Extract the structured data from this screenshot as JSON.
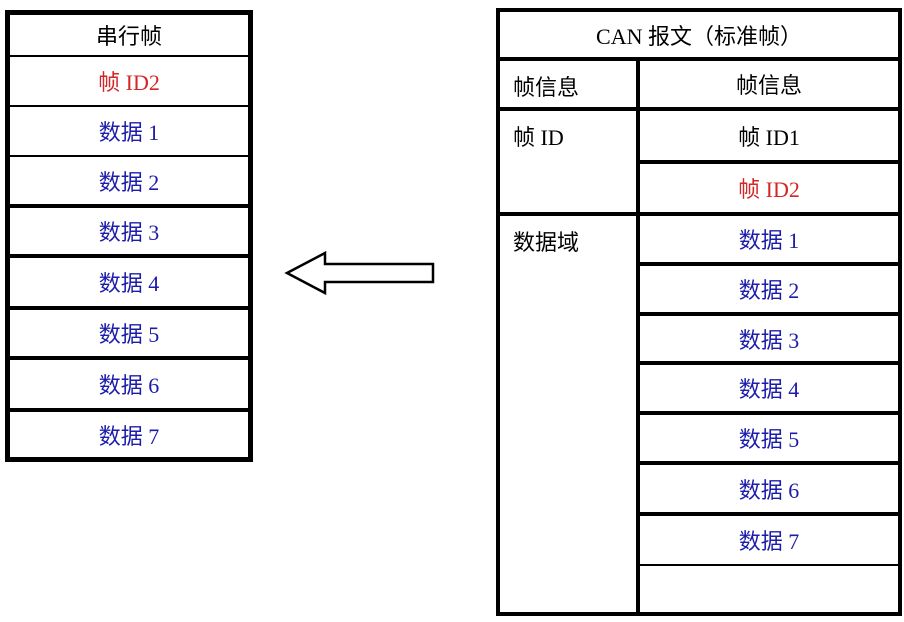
{
  "colors": {
    "black": "#000000",
    "red": "#d42626",
    "blue": "#1c1caa",
    "border": "#000000",
    "background": "#ffffff"
  },
  "left_table": {
    "title": "串行帧",
    "rows": [
      {
        "label": "帧 ID2",
        "color": "red"
      },
      {
        "label": "数据 1",
        "color": "blue"
      },
      {
        "label": "数据 2",
        "color": "blue"
      },
      {
        "label": "数据 3",
        "color": "blue"
      },
      {
        "label": "数据 4",
        "color": "blue"
      },
      {
        "label": "数据 5",
        "color": "blue"
      },
      {
        "label": "数据 6",
        "color": "blue"
      },
      {
        "label": "数据 7",
        "color": "blue"
      }
    ]
  },
  "right_table": {
    "title": "CAN 报文（标准帧）",
    "left_column": [
      {
        "label": "帧信息"
      },
      {
        "label": "帧 ID"
      },
      {
        "label": "数据域"
      }
    ],
    "right_column": [
      {
        "label": "帧信息",
        "color": "black"
      },
      {
        "label": "帧 ID1",
        "color": "black"
      },
      {
        "label": "帧 ID2",
        "color": "red"
      },
      {
        "label": "数据 1",
        "color": "blue"
      },
      {
        "label": "数据 2",
        "color": "blue"
      },
      {
        "label": "数据 3",
        "color": "blue"
      },
      {
        "label": "数据 4",
        "color": "blue"
      },
      {
        "label": "数据 5",
        "color": "blue"
      },
      {
        "label": "数据 6",
        "color": "blue"
      },
      {
        "label": "数据 7",
        "color": "blue"
      },
      {
        "label": "",
        "color": "black"
      }
    ]
  },
  "arrow": {
    "direction": "left",
    "style": "hollow-block-arrow"
  }
}
